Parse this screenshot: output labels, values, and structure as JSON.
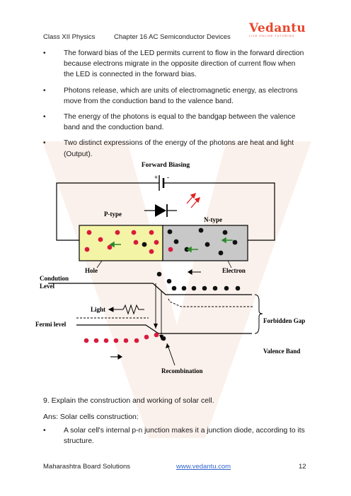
{
  "header": {
    "class_label": "Class XII Physics",
    "chapter_label": "Chapter 16 AC Semiconductor Devices",
    "logo_text": "Vedantu",
    "logo_tagline": "LIVE ONLINE TUTORING"
  },
  "bullets": [
    "The forward bias of the LED permits current to flow in the forward direction because electrons migrate in the opposite direction of current flow when the LED is connected in the forward bias.",
    "Photons release, which are units of electromagnetic energy, as electrons move from the conduction band to the valence band.",
    "The energy of the photons is equal to the bandgap between the valence band and the conduction band.",
    "Two distinct expressions of the energy of the photons are heat and light (Output)."
  ],
  "diagram": {
    "title": "Forward Biasing",
    "battery_plus": "+",
    "battery_minus": "-",
    "p_type": "P-type",
    "n_type": "N-type",
    "hole": "Hole",
    "electron": "Electron",
    "conduction_level_1": "Condution",
    "conduction_level_2": "Level",
    "light": "Light",
    "fermi_level": "Fermi level",
    "forbidden_gap": "Forbidden Gap",
    "valence_band": "Valence Band",
    "recombination": "Recombination",
    "colors": {
      "p_region": "#f4f4a6",
      "n_region": "#c8c8c8",
      "hole": "#d81b3c",
      "electron": "#111111",
      "arrow_green": "#2a8a2a",
      "light_red": "#e02020"
    }
  },
  "question": "9. Explain the construction and working of solar cell.",
  "answer_label": "Ans: Solar cells construction:",
  "bullets2": [
    "A solar cell's internal p-n junction makes it a junction diode, according to its structure."
  ],
  "footer": {
    "left": "Maharashtra Board Solutions",
    "link": "www.vedantu.com",
    "page": "12"
  }
}
